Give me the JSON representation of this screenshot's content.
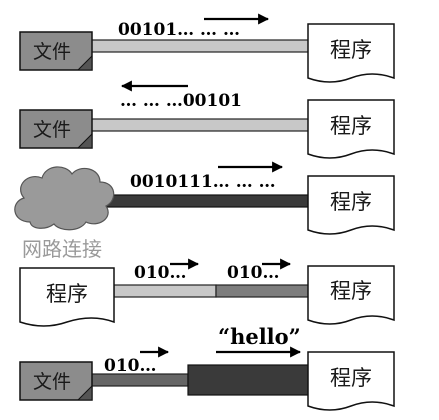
{
  "rows": [
    {
      "source": {
        "kind": "file",
        "label": "文件"
      },
      "stream_label": "00101… … …",
      "direction": "right",
      "target_label": "程序"
    },
    {
      "source": {
        "kind": "file",
        "label": "文件"
      },
      "stream_label": "… … …00101",
      "direction": "left",
      "target_label": "程序"
    },
    {
      "source": {
        "kind": "network",
        "label": "网路连接"
      },
      "stream_label": "0010111… … …",
      "direction": "right",
      "target_label": "程序"
    },
    {
      "source": {
        "kind": "program",
        "label": "程序"
      },
      "stream_labels": [
        "010…",
        "010…"
      ],
      "direction": "right",
      "target_label": "程序"
    },
    {
      "source": {
        "kind": "file",
        "label": "文件"
      },
      "stream_labels": [
        "010…",
        "“hello”"
      ],
      "direction": "right",
      "target_label": "程序"
    }
  ],
  "colors": {
    "file_fill": "#8c8c8c",
    "doc_fill": "#ffffff",
    "cloud_fill": "#9a9a9a",
    "pipe_light": "#c8c8c8",
    "pipe_medium": "#7d7d7d",
    "pipe_dark": "#3a3a3a",
    "pipe_mid": "#666666"
  }
}
